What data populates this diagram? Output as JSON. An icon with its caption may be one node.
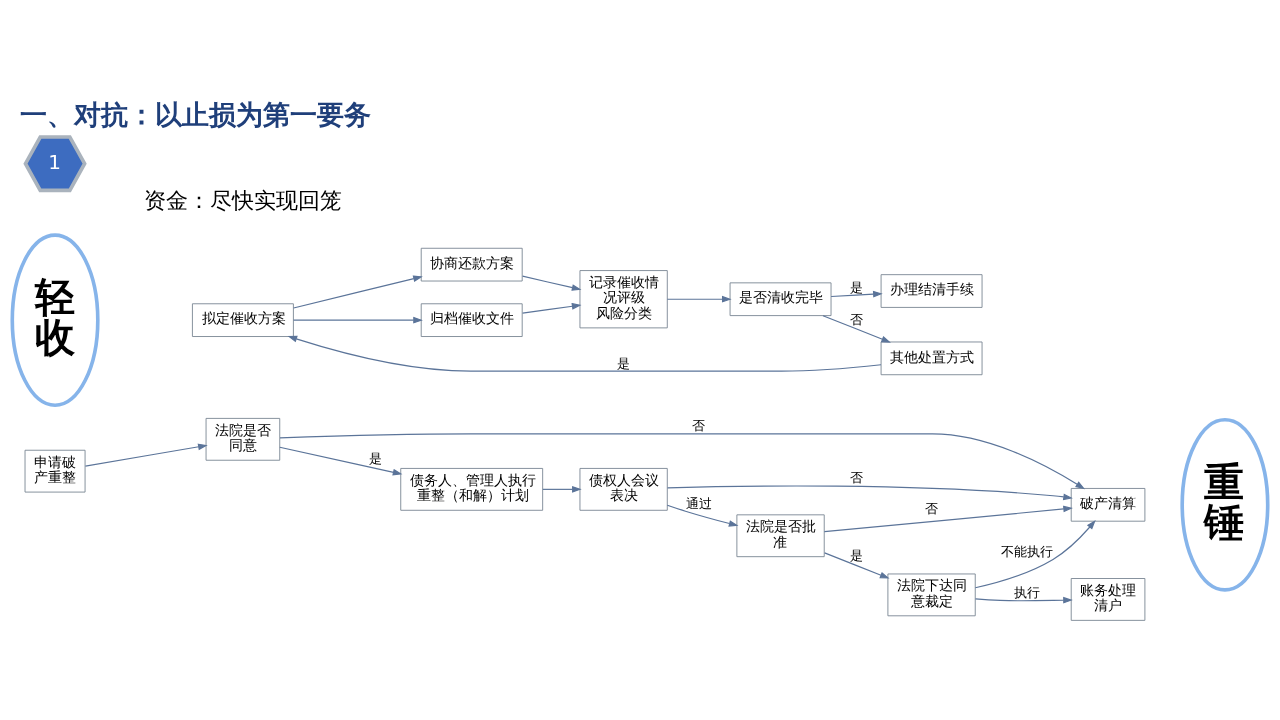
{
  "diagram": {
    "title": "一、对抗：以止损为第一要务",
    "nodes": [
      {
        "text": [
          "1"
        ],
        "beside": [
          "资金：尽快实现回笼"
        ]
      },
      {
        "text": [
          "轻收"
        ]
      },
      {
        "text": [
          "拟定催收方案"
        ]
      },
      {
        "text": [
          "协商还款方案"
        ]
      },
      {
        "text": [
          "归档催收文件"
        ]
      },
      {
        "text": [
          "记录催收情况评级风险分类"
        ]
      },
      {
        "text": [
          "是否清收完毕"
        ]
      },
      {
        "text": [
          "办理结清手续"
        ]
      },
      {
        "text": [
          "其他处置方式"
        ]
      },
      {
        "text": [
          "申请破产重整"
        ]
      },
      {
        "text": [
          "法院是否同意"
        ]
      },
      {
        "text": [
          "破产清算"
        ]
      },
      {
        "text": [
          "重锤"
        ]
      },
      {
        "text": [
          "债务人、管理人执行重整（和解）计划"
        ]
      },
      {
        "text": [
          "债权人会议表决"
        ]
      },
      {
        "text": [
          "法院是否批准"
        ]
      },
      {
        "text": [
          "法院下达同意裁定"
        ]
      },
      {
        "text": [
          "账务处理清户"
        ]
      }
    ],
    "edges": [
      {
        "from": 2,
        "to": 3,
        "arrow": "to"
      },
      {
        "from": 2,
        "to": 4,
        "arrow": "to"
      },
      {
        "from": 3,
        "to": 5,
        "arrow": "to"
      },
      {
        "from": 4,
        "to": 5,
        "arrow": "to"
      },
      {
        "from": 5,
        "to": 6,
        "arrow": "to"
      },
      {
        "from": 6,
        "to": 7,
        "arrow": "to",
        "label": "是"
      },
      {
        "from": 6,
        "to": 8,
        "arrow": "to",
        "label": "否"
      },
      {
        "from": 8,
        "to": 2,
        "arrow": "to",
        "label": "是"
      },
      {
        "from": 9,
        "to": 10,
        "arrow": "to"
      },
      {
        "from": 10,
        "to": 11,
        "arrow": "to",
        "label": "否"
      },
      {
        "from": 10,
        "to": 13,
        "arrow": "to",
        "label": "是"
      },
      {
        "from": 13,
        "to": 14,
        "arrow": "to"
      },
      {
        "from": 14,
        "to": 11,
        "arrow": "to",
        "label": "否"
      },
      {
        "from": 14,
        "to": 15,
        "arrow": "to",
        "label": "通过"
      },
      {
        "from": 15,
        "to": 11,
        "arrow": "to",
        "label": "否"
      },
      {
        "from": 15,
        "to": 16,
        "arrow": "to",
        "label": "是"
      },
      {
        "from": 16,
        "to": 11,
        "arrow": "to",
        "label": "不能执行"
      },
      {
        "from": 16,
        "to": 17,
        "arrow": "to",
        "label": "执行"
      }
    ]
  }
}
